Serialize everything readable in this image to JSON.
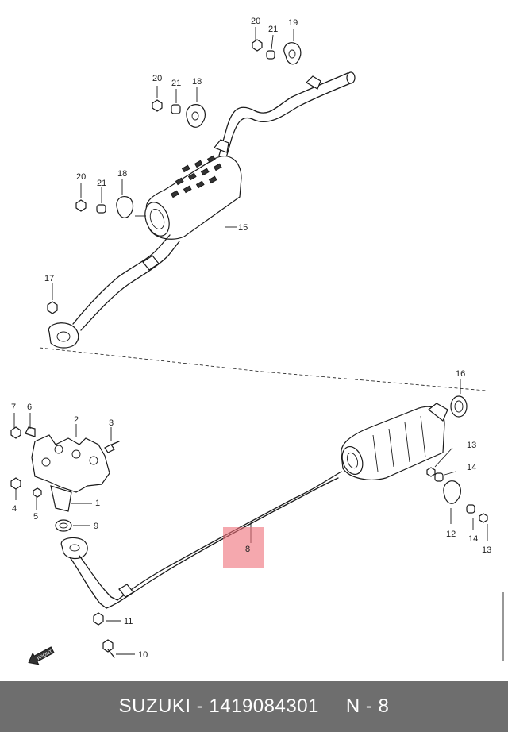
{
  "callouts": {
    "c1": "1",
    "c2": "2",
    "c3": "3",
    "c4": "4",
    "c5": "5",
    "c6": "6",
    "c7": "7",
    "c8": "8",
    "c9": "9",
    "c10": "10",
    "c11": "11",
    "c12": "12",
    "c13a": "13",
    "c13b": "13",
    "c14a": "14",
    "c14b": "14",
    "c15": "15",
    "c16": "16",
    "c17": "17",
    "c18a": "18",
    "c18b": "18",
    "c19": "19",
    "c20a": "20",
    "c20b": "20",
    "c20c": "20",
    "c21a": "21",
    "c21b": "21",
    "c21c": "21"
  },
  "front_marker": "FRONT",
  "highlighted_part": "8",
  "footer": {
    "brand_part": "SUZUKI - 1419084301",
    "page_ref": "N - 8"
  }
}
